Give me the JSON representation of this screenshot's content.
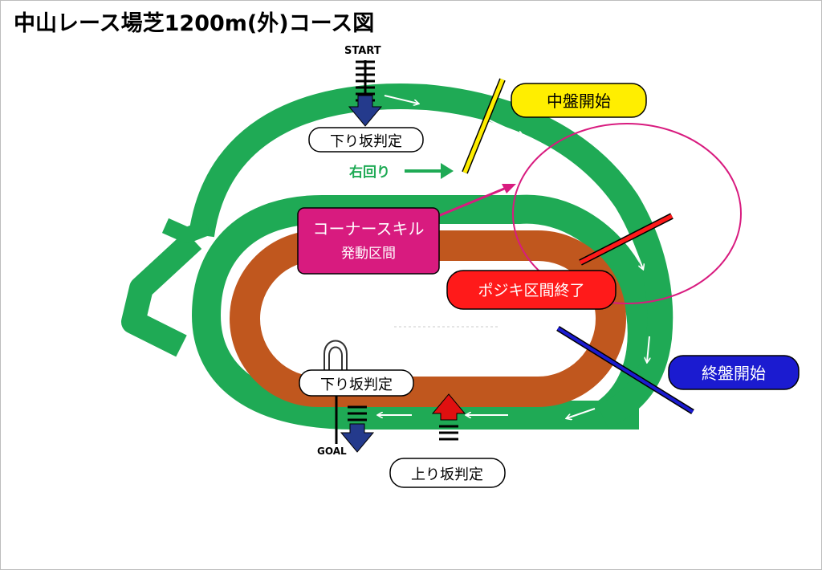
{
  "title": "中山レース場芝1200m(外)コース図",
  "labels": {
    "start": "START",
    "goal": "GOAL",
    "direction": "右回り",
    "downhill_top": "下り坂判定",
    "downhill_bottom": "下り坂判定",
    "uphill": "上り坂判定",
    "corner_skill_line1": "コーナースキル",
    "corner_skill_line2": "発動区間",
    "middle_start": "中盤開始",
    "final_start": "終盤開始",
    "position_keep_end": "ポジキ区間終了"
  },
  "colors": {
    "turf": "#1faa55",
    "dirt": "#c0571e",
    "middle_marker": "#ffee00",
    "position_marker": "#ff1a1a",
    "final_marker": "#1b1bd0",
    "corner_skill": "#d81b7f",
    "arrow_blue": "#243a8c",
    "arrow_red": "#e01010",
    "direction_text": "#1faa55"
  }
}
